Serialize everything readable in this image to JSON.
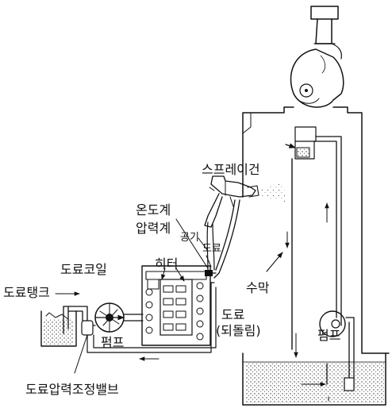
{
  "labels": {
    "spray_gun": "스프레이건",
    "thermometer": "온도계",
    "pressure_gauge": "압력계",
    "air": "공기",
    "paint": "도료",
    "heater": "히터",
    "paint_coil": "도료코일",
    "paint_tank": "도료탱크",
    "pump_left": "펌프",
    "pump_right": "펌프",
    "paint_return_1": "도료",
    "paint_return_2": "(되돌림)",
    "water_curtain": "수막",
    "pressure_valve": "도료압력조정밸브"
  }
}
